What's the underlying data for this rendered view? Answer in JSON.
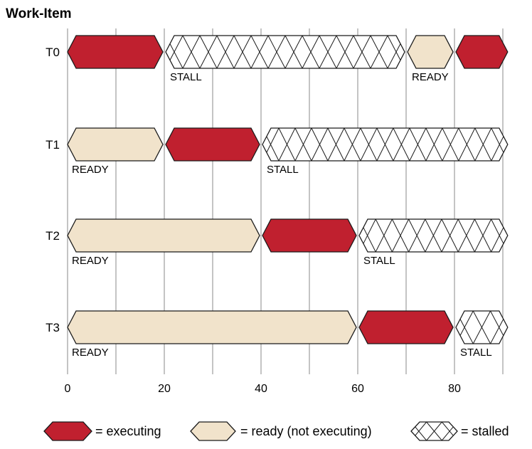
{
  "title": "Work-Item",
  "colors": {
    "executing": "#c0202f",
    "ready": "#f1e3cb",
    "stalled": "#ffffff",
    "grid": "#8a8a8a",
    "stroke": "#1a1a1a"
  },
  "chart_data": {
    "type": "gantt",
    "xlim": [
      0,
      91
    ],
    "x_ticks": [
      "0",
      "20",
      "40",
      "60",
      "80"
    ],
    "x_tick_values": [
      0,
      20,
      40,
      60,
      80
    ],
    "minor_gridlines": [
      10,
      30,
      50,
      70,
      90
    ],
    "rows": [
      {
        "name": "T0",
        "segments": [
          {
            "state": "executing",
            "start": 0,
            "end": 20,
            "label": ""
          },
          {
            "state": "stalled",
            "start": 20,
            "end": 70,
            "label": "STALL"
          },
          {
            "state": "ready",
            "start": 70,
            "end": 80,
            "label": "READY"
          },
          {
            "state": "executing",
            "start": 80,
            "end": 91,
            "label": ""
          }
        ]
      },
      {
        "name": "T1",
        "segments": [
          {
            "state": "ready",
            "start": 0,
            "end": 20,
            "label": "READY"
          },
          {
            "state": "executing",
            "start": 20,
            "end": 40,
            "label": ""
          },
          {
            "state": "stalled",
            "start": 40,
            "end": 91,
            "label": "STALL"
          }
        ]
      },
      {
        "name": "T2",
        "segments": [
          {
            "state": "ready",
            "start": 0,
            "end": 40,
            "label": "READY"
          },
          {
            "state": "executing",
            "start": 40,
            "end": 60,
            "label": ""
          },
          {
            "state": "stalled",
            "start": 60,
            "end": 91,
            "label": "STALL"
          }
        ]
      },
      {
        "name": "T3",
        "segments": [
          {
            "state": "ready",
            "start": 0,
            "end": 60,
            "label": "READY"
          },
          {
            "state": "executing",
            "start": 60,
            "end": 80,
            "label": ""
          },
          {
            "state": "stalled",
            "start": 80,
            "end": 91,
            "label": "STALL"
          }
        ]
      }
    ]
  },
  "legend": [
    {
      "state": "executing",
      "text": "= executing"
    },
    {
      "state": "ready",
      "text": "= ready (not executing)"
    },
    {
      "state": "stalled",
      "text": "= stalled"
    }
  ]
}
